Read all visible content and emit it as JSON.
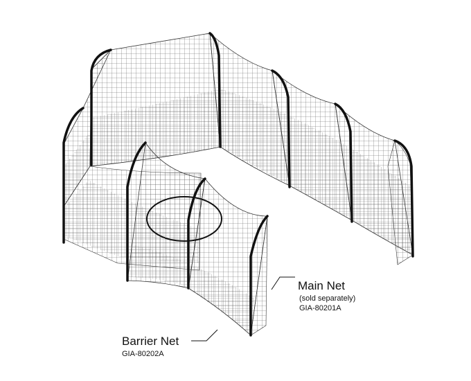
{
  "labels": {
    "main_net": {
      "title": "Main Net",
      "note": "(sold separately)",
      "code": "GIA-80201A"
    },
    "barrier_net": {
      "title": "Barrier Net",
      "code": "GIA-80202A"
    }
  },
  "colors": {
    "line": "#111111",
    "mesh": "#555555",
    "shade": "#8a8a8a"
  }
}
